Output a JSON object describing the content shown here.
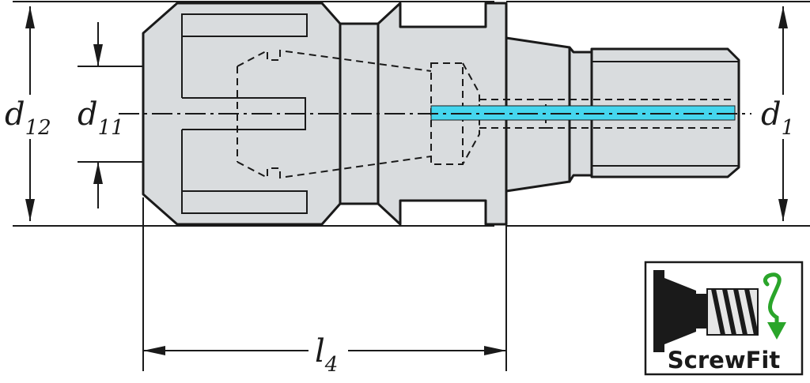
{
  "labels": {
    "d12_main": "d",
    "d12_sub": "12",
    "d11_main": "d",
    "d11_sub": "11",
    "d1_main": "d",
    "d1_sub": "1",
    "l4_main": "l",
    "l4_sub": "4"
  },
  "badge": {
    "text": "ScrewFit",
    "icon": "screw-icon",
    "arrow_icon": "rotate-arrow-icon",
    "arrow_color": "#2aa52a"
  },
  "colors": {
    "body": "#d9dcde",
    "line": "#1a1a1a",
    "coolant": "#45d6ee"
  }
}
